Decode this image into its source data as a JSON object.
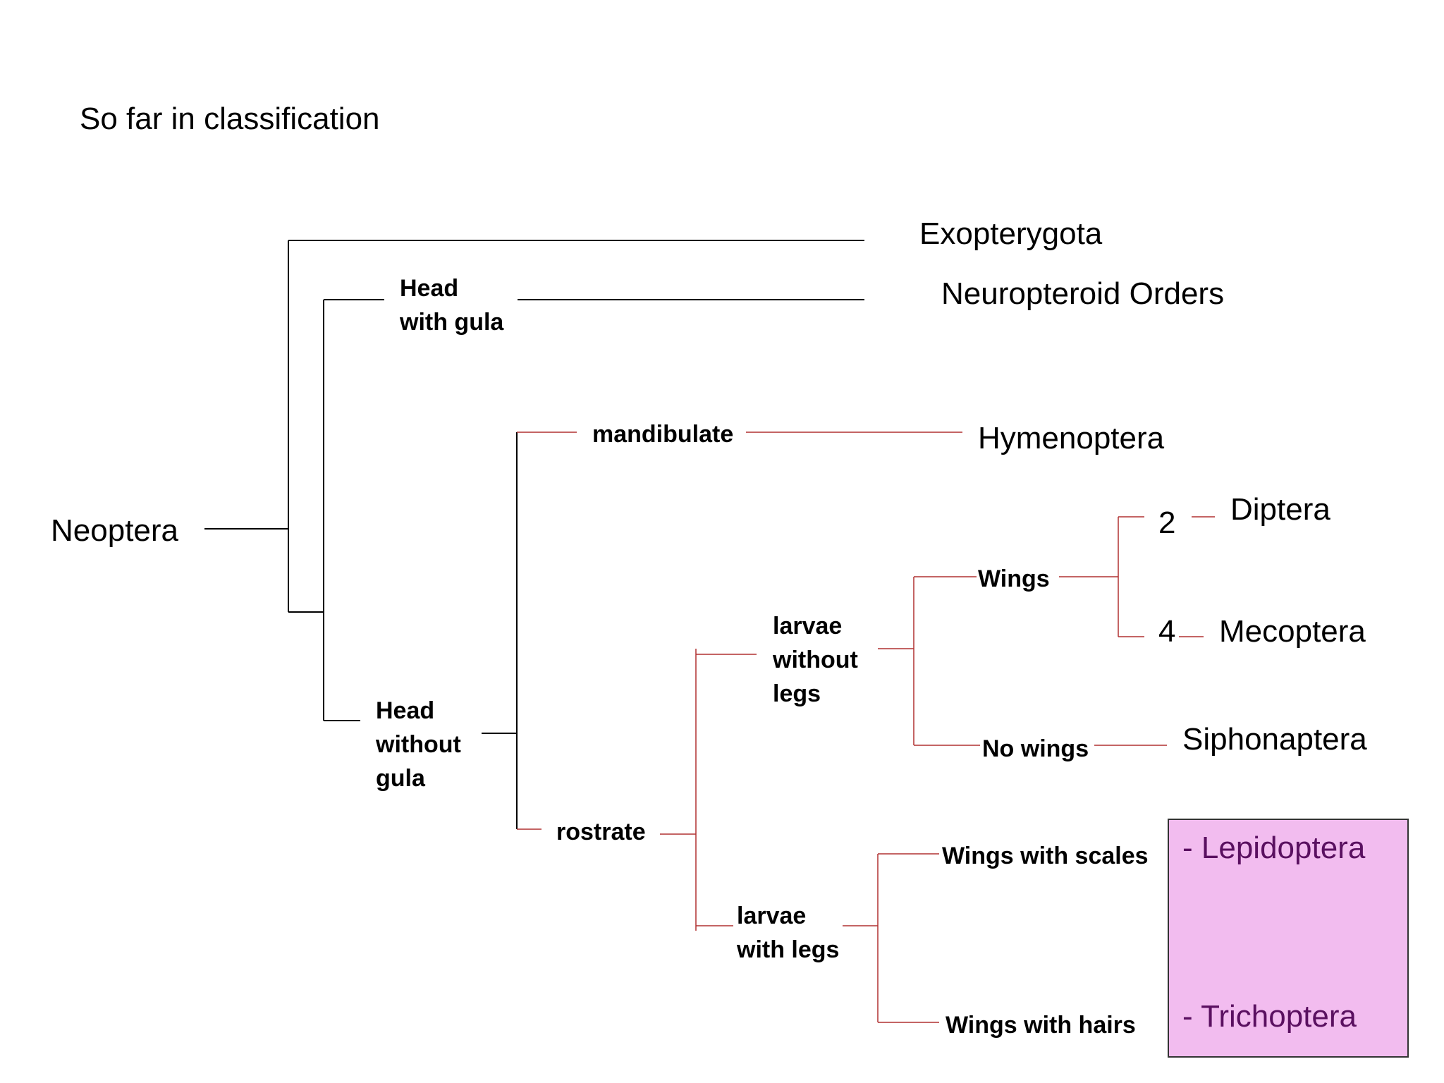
{
  "title": "So far in classification",
  "root": "Neoptera",
  "nodes": {
    "head_with_gula": "Head\nwith gula",
    "head_without_gula": "Head\nwithout\ngula",
    "mandibulate": "mandibulate",
    "rostrate": "rostrate",
    "larvae_without_legs": "larvae\nwithout\nlegs",
    "larvae_with_legs": "larvae\nwith legs",
    "wings": "Wings",
    "no_wings": "No wings",
    "wings_with_scales": "Wings with scales",
    "wings_with_hairs": "Wings with hairs",
    "two": "2",
    "four": "4"
  },
  "taxa": {
    "exopterygota": "Exopterygota",
    "neuropteroid_orders": "Neuropteroid Orders",
    "hymenoptera": "Hymenoptera",
    "diptera": "Diptera",
    "mecoptera": "Mecoptera",
    "siphonaptera": "Siphonaptera",
    "lepidoptera": "- Lepidoptera",
    "trichoptera": "- Trichoptera"
  },
  "colors": {
    "black_lines": "#000000",
    "red_lines": "#b03030",
    "highlight_fill": "#f2bcef",
    "highlight_text": "#5a1060"
  }
}
